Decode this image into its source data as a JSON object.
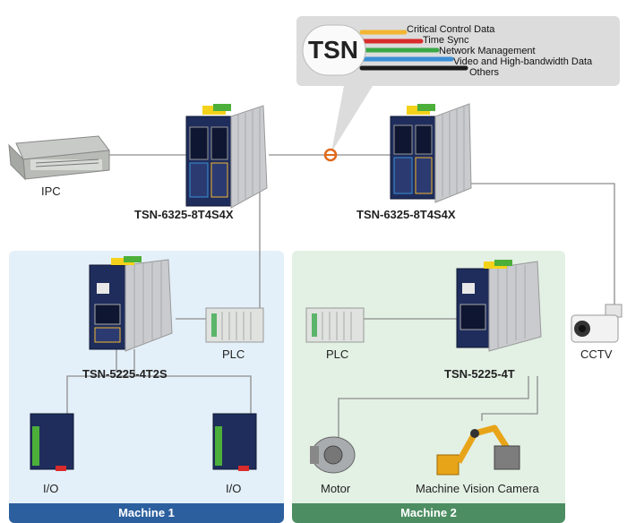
{
  "tsn_legend": {
    "badge": "TSN",
    "items": [
      {
        "label": "Critical Control Data",
        "color": "#f2b632"
      },
      {
        "label": "Time Sync",
        "color": "#d92b2b"
      },
      {
        "label": "Network Management",
        "color": "#3aa845"
      },
      {
        "label": "Video and High-bandwidth Data",
        "color": "#3b8fd6"
      },
      {
        "label": "Others",
        "color": "#1a1a1a"
      }
    ]
  },
  "devices": {
    "ipc": "IPC",
    "core_switch_left": "TSN-6325-8T4S4X",
    "core_switch_right": "TSN-6325-8T4S4X",
    "edge_switch_left": "TSN-5225-4T2S",
    "edge_switch_right": "TSN-5225-4T",
    "plc_left": "PLC",
    "plc_right": "PLC",
    "io_left": "I/O",
    "io_right": "I/O",
    "cctv": "CCTV",
    "motor": "Motor",
    "camera": "Machine Vision Camera"
  },
  "zones": {
    "machine1": "Machine 1",
    "machine2": "Machine 2"
  },
  "colors": {
    "machine1_bg": "#e4f0f9",
    "machine1_footer": "#2c5f9e",
    "machine2_bg": "#e3f0e4",
    "machine2_footer": "#4d8d62",
    "switch_front": "#1f2d5c",
    "switch_fins": "#c9cbcf",
    "terminal_green": "#4caf3a",
    "terminal_yellow": "#f4d21a"
  }
}
